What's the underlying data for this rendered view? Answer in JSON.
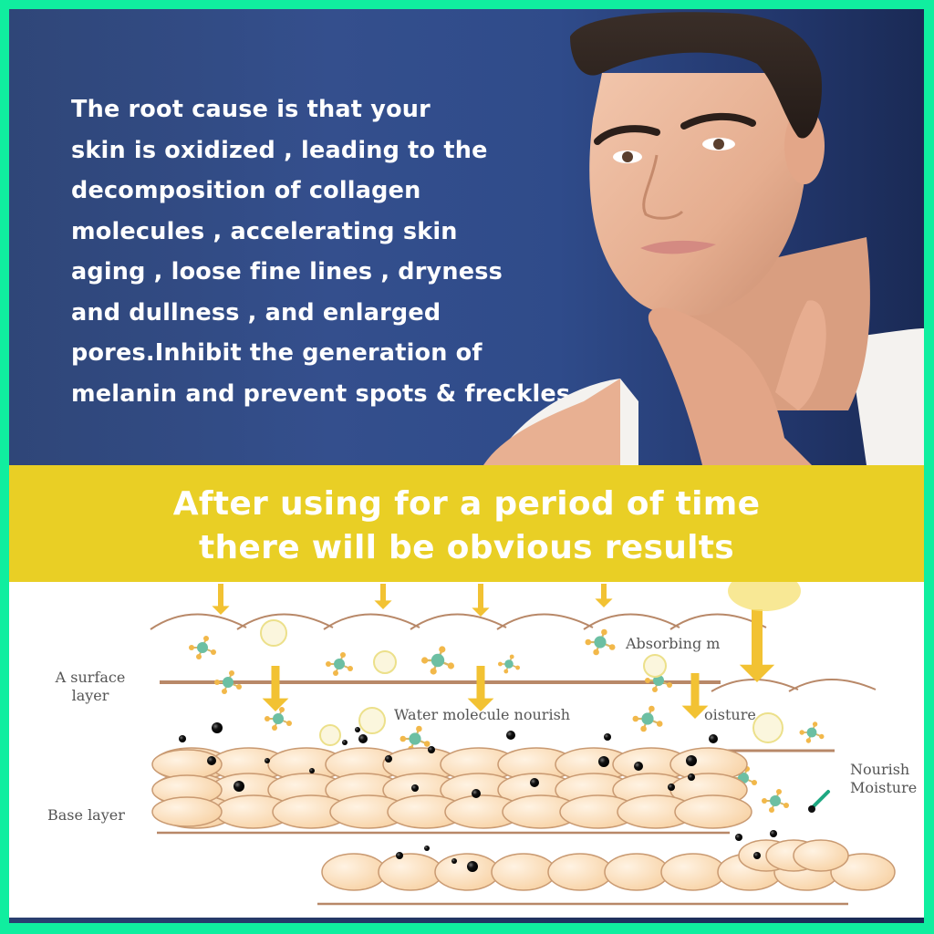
{
  "frame": {
    "border_color": "#10ee9f"
  },
  "hero": {
    "background_color": "#344f8d",
    "text_lines": [
      "The root cause is that your",
      "skin is oxidized , leading to the",
      "decomposition of collagen",
      "molecules , accelerating skin",
      "aging , loose fine lines , dryness",
      "and dullness , and enlarged",
      "pores.Inhibit the generation of",
      "melanin and prevent spots & freckles"
    ],
    "portrait_alt": "man touching his chin"
  },
  "banner": {
    "background_color": "#e9cf25",
    "line1": "After using for a period of time",
    "line2": "there will be obvious results"
  },
  "diagram": {
    "labels": {
      "surface_layer_1": "A surface",
      "surface_layer_2": "layer",
      "base_layer": "Base layer",
      "water_molecule": "Water molecule nourish",
      "absorbing": "Absorbing m",
      "moisture_partial": "oisture",
      "nourish": "Nourish",
      "moisture": "Moisture"
    },
    "colors": {
      "arrow": "#f2c233",
      "cell_fill": "#f9d7b0",
      "cell_stroke": "#c99a72",
      "membrane": "#b88868",
      "melanin": "#1a1a1a"
    }
  }
}
